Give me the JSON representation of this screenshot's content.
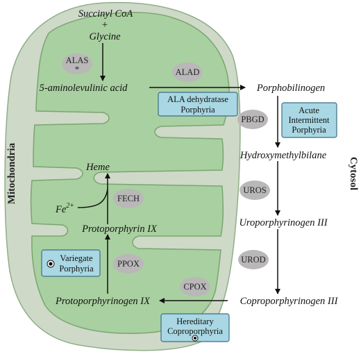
{
  "compartments": {
    "mitochondria": "Mitochondria",
    "cytosol": "Cytosol"
  },
  "metabolites": {
    "succinyl_coa": "Succinyl CoA",
    "plus": "+",
    "glycine": "Glycine",
    "ala": "5-aminolevulinic acid",
    "porphobilinogen": "Porphobilinogen",
    "hydroxymethylbilane": "Hydroxymethylbilane",
    "uroporphyrinogen": "Uroporphyrinogen III",
    "coproporphyrinogen": "Coproporphyrinogen III",
    "protoporphyrinogen": "Protoporphyrinogen IX",
    "protoporphyrin": "Protoporphyrin IX",
    "heme": "Heme",
    "fe": "Fe",
    "fe_charge": "2+"
  },
  "enzymes": {
    "alas": "ALAS",
    "alas_mark": "*",
    "alad": "ALAD",
    "pbgd": "PBGD",
    "uros": "UROS",
    "urod": "UROD",
    "cpox": "CPOX",
    "ppox": "PPOX",
    "fech": "FECH"
  },
  "disorders": {
    "ala_dehydratase": [
      "ALA dehydratase",
      "Porphyria"
    ],
    "acute_intermittent": [
      "Acute",
      "Intermittent",
      "Porphyria"
    ],
    "variegate": [
      "Variegate",
      "Porphyria"
    ],
    "hereditary_copro": [
      "Hereditary",
      "Coproporphyria"
    ]
  },
  "colors": {
    "outer_membrane": "#ced9c8",
    "matrix": "#a9d0a0",
    "membrane_stroke": "#7aa56f",
    "enzyme_fill": "#b9b7b8",
    "disorder_fill": "#a9d7e3",
    "disorder_stroke": "#3a6f85"
  }
}
